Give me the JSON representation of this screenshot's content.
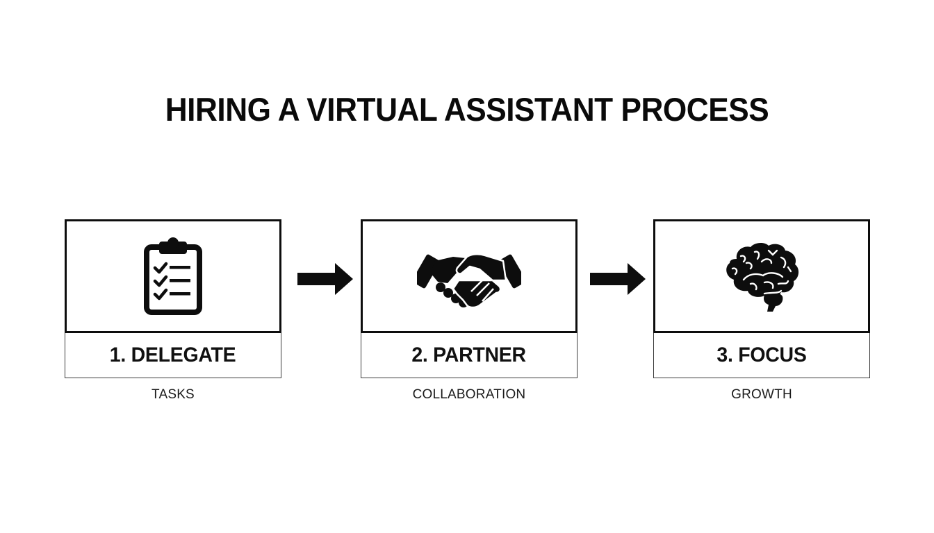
{
  "title": "HIRING A VIRTUAL ASSISTANT PROCESS",
  "steps": [
    {
      "number": 1,
      "label": "1. DELEGATE",
      "subtitle": "TASKS",
      "icon": "clipboard-checklist-icon"
    },
    {
      "number": 2,
      "label": "2. PARTNER",
      "subtitle": "COLLABORATION",
      "icon": "handshake-icon"
    },
    {
      "number": 3,
      "label": "3. FOCUS",
      "subtitle": "GROWTH",
      "icon": "brain-icon"
    }
  ],
  "connectors": [
    {
      "from": 1,
      "to": 2,
      "icon": "arrow-right-icon"
    },
    {
      "from": 2,
      "to": 3,
      "icon": "arrow-right-icon"
    }
  ],
  "colors": {
    "background": "#ffffff",
    "foreground": "#0d0d0d"
  }
}
